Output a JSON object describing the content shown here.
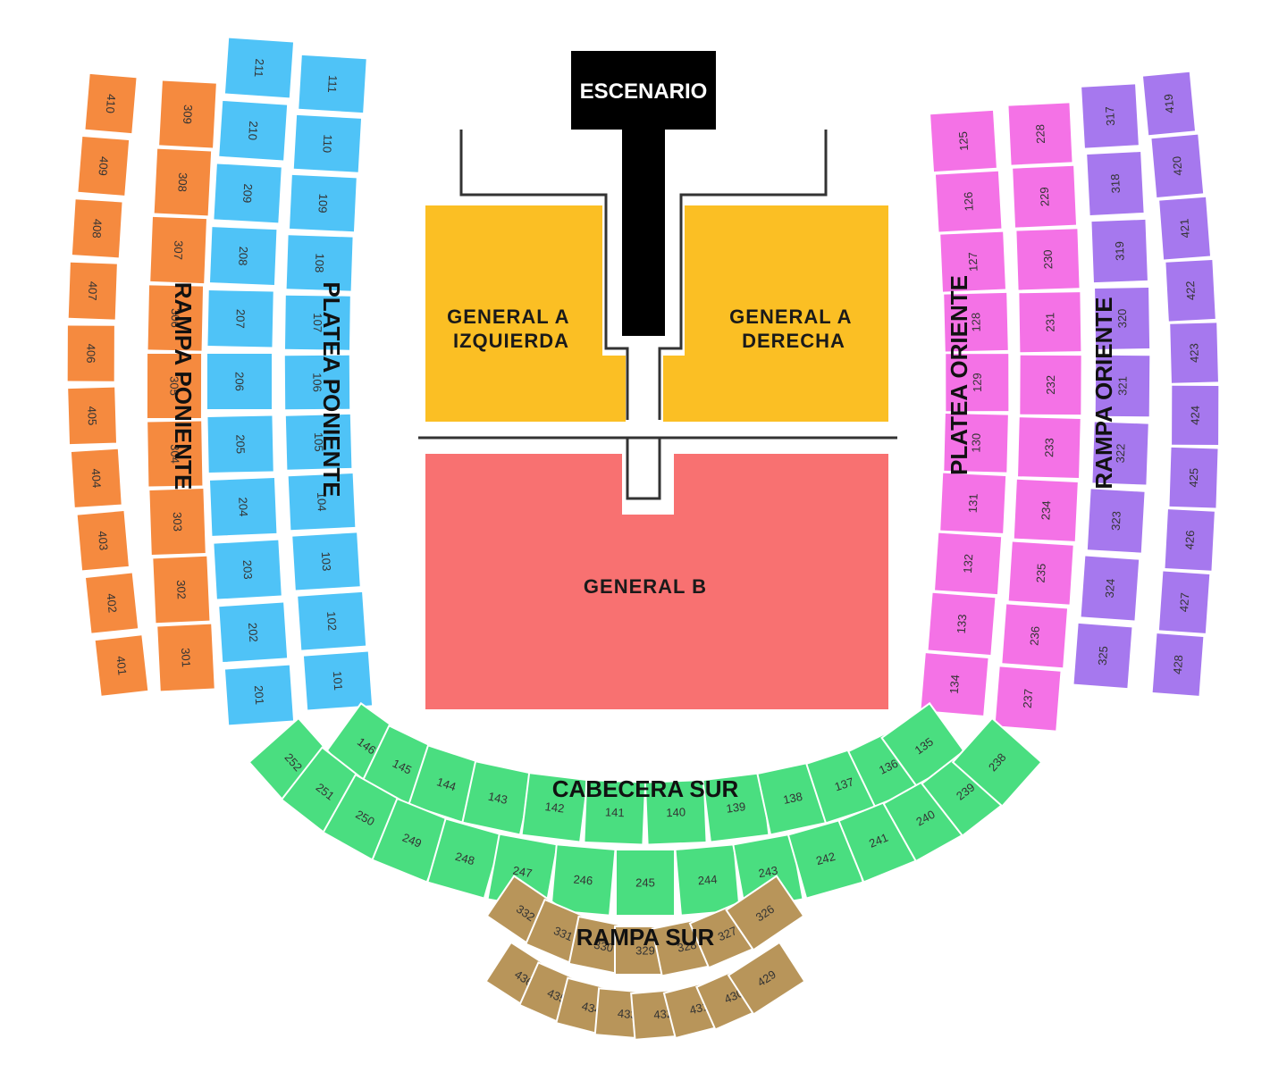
{
  "colors": {
    "stage": "#000000",
    "general_a": "#fbbf24",
    "general_b": "#f87171",
    "rampa_poniente": "#f58a3f",
    "platea_poniente": "#4fc3f7",
    "platea_oriente": "#f472e6",
    "rampa_oriente": "#a678ee",
    "cabecera_sur": "#4ade80",
    "rampa_sur": "#b8955a"
  },
  "stage": {
    "label": "ESCENARIO"
  },
  "floor": {
    "general_a_izq": [
      "GENERAL A",
      "IZQUIERDA"
    ],
    "general_a_der": [
      "GENERAL A",
      "DERECHA"
    ],
    "general_b": "GENERAL B"
  },
  "section_names": {
    "rampa_poniente": "RAMPA PONIENTE",
    "platea_poniente": "PLATEA PONIENTE",
    "platea_oriente": "PLATEA ORIENTE",
    "rampa_oriente": "RAMPA ORIENTE",
    "cabecera_sur": "CABECERA SUR",
    "rampa_sur": "RAMPA SUR"
  },
  "sections": {
    "w400": [
      "410",
      "409",
      "408",
      "407",
      "406",
      "405",
      "404",
      "403",
      "402",
      "401"
    ],
    "w300": [
      "309",
      "308",
      "307",
      "306",
      "305",
      "304",
      "303",
      "302",
      "301"
    ],
    "w200": [
      "211",
      "210",
      "209",
      "208",
      "207",
      "206",
      "205",
      "204",
      "203",
      "202",
      "201"
    ],
    "w100": [
      "111",
      "110",
      "109",
      "108",
      "107",
      "106",
      "105",
      "104",
      "103",
      "102",
      "101"
    ],
    "e100": [
      "125",
      "126",
      "127",
      "128",
      "129",
      "130",
      "131",
      "132",
      "133",
      "134"
    ],
    "e200": [
      "228",
      "229",
      "230",
      "231",
      "232",
      "233",
      "234",
      "235",
      "236",
      "237"
    ],
    "e300": [
      "317",
      "318",
      "319",
      "320",
      "321",
      "322",
      "323",
      "324",
      "325"
    ],
    "e400": [
      "419",
      "420",
      "421",
      "422",
      "423",
      "424",
      "425",
      "426",
      "427",
      "428"
    ],
    "s_inner": [
      "146",
      "145",
      "144",
      "143",
      "142",
      "141",
      "140",
      "139",
      "138",
      "137",
      "136",
      "135"
    ],
    "s_outer": [
      "252",
      "251",
      "250",
      "249",
      "248",
      "247",
      "246",
      "245",
      "244",
      "243",
      "242",
      "241",
      "240",
      "239",
      "238"
    ],
    "s_ramp300": [
      "332",
      "331",
      "330",
      "329",
      "328",
      "327",
      "326"
    ],
    "s_ramp400": [
      "436",
      "435",
      "434",
      "433",
      "432",
      "431",
      "430",
      "429"
    ]
  }
}
